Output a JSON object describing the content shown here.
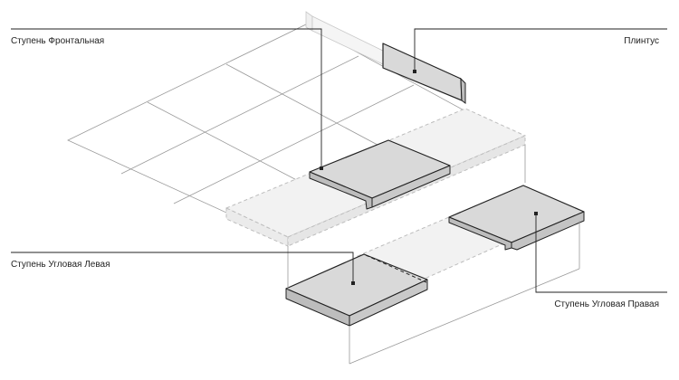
{
  "labels": {
    "step_front": "Ступень Фронтальная",
    "plinth": "Плинтус",
    "step_corner_left": "Ступень Угловая Левая",
    "step_corner_right": "Ступень Угловая Правая"
  },
  "colors": {
    "line": "#9a9a9a",
    "leader": "#222222",
    "tile_fill": "#d9d9d9",
    "tile_side": "#b5b5b5",
    "ghost_fill": "#f2f2f2",
    "ghost_stroke": "#bdbdbd"
  }
}
